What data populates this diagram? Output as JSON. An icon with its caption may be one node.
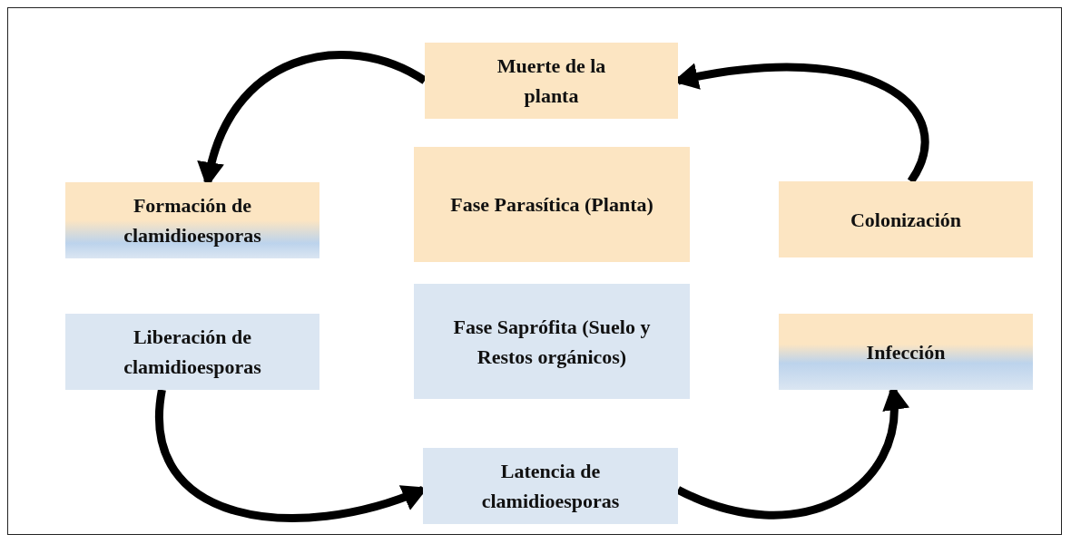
{
  "diagram": {
    "nodes": [
      {
        "text": [
          "Muerte de la planta"
        ]
      },
      {
        "text": [
          "Fase Parasítica (Planta)"
        ]
      },
      {
        "text": [
          "Fase Saprófita (Suelo y Restos orgánicos)"
        ]
      },
      {
        "text": [
          "Formación de clamidioesporas"
        ]
      },
      {
        "text": [
          "Colonización"
        ]
      },
      {
        "text": [
          "Liberación de clamidioesporas"
        ]
      },
      {
        "text": [
          "Infección"
        ]
      },
      {
        "text": [
          "Latencia de clamidioesporas"
        ]
      }
    ],
    "edges": [
      {
        "from": 0,
        "to": 3,
        "arrow": "to"
      },
      {
        "from": 5,
        "to": 7,
        "arrow": "to"
      },
      {
        "from": 7,
        "to": 6,
        "arrow": "to"
      },
      {
        "from": 4,
        "to": 0,
        "arrow": "to"
      }
    ]
  }
}
